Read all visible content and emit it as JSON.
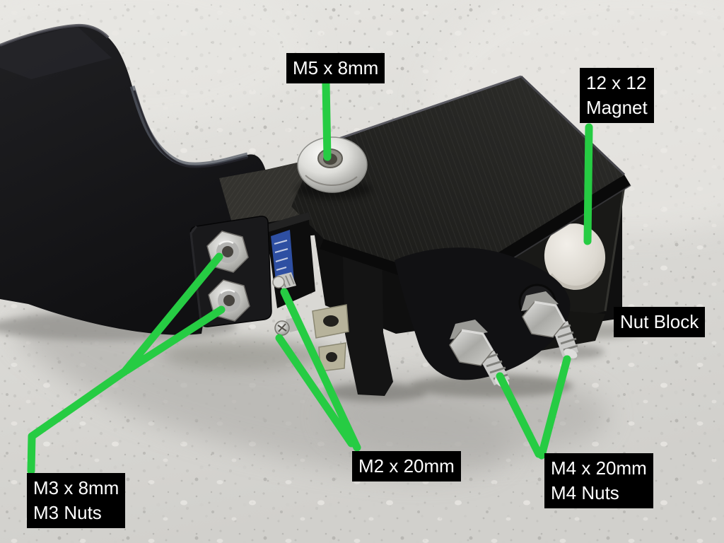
{
  "colors": {
    "annotation_green": "#26cc43",
    "label_background": "#000000",
    "label_text": "#ffffff",
    "countertop_gray": "#d9d8d4",
    "plastic_black": "#161616",
    "metal_silver": "#c9c9c7",
    "magnet_white": "#e9e6df",
    "switch_label_blue": "#2e4fa2"
  },
  "callouts": {
    "m5_screw": {
      "line1": "M5 x 8mm"
    },
    "magnet": {
      "line1": "12 x 12",
      "line2": "Magnet"
    },
    "nut_block": {
      "line1": "Nut Block"
    },
    "m3_screws": {
      "line1": "M3 x 8mm",
      "line2": "M3 Nuts"
    },
    "m2_screws": {
      "line1": "M2 x 20mm"
    },
    "m4_bolts": {
      "line1": "M4 x 20mm",
      "line2": "M4 Nuts"
    }
  }
}
